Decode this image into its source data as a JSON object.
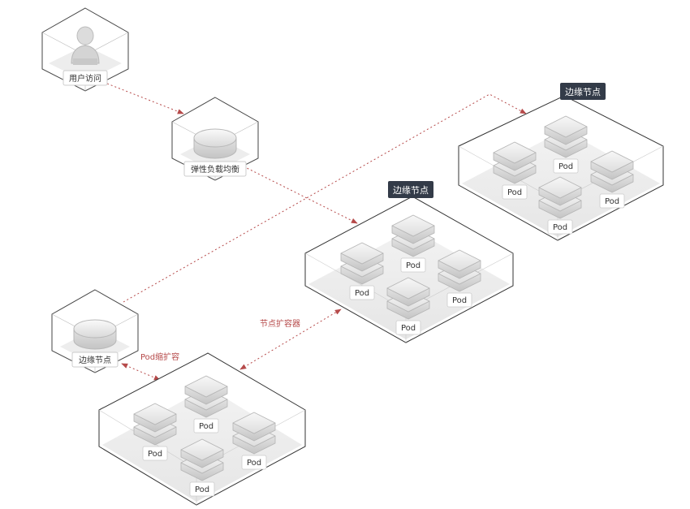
{
  "user_access": {
    "label": "用户访问"
  },
  "load_balancer": {
    "label": "弹性负载均衡"
  },
  "edge_node_small": {
    "label": "边缘节点"
  },
  "node_scale_label": "节点扩容器",
  "pod_scale_label": "Pod缩扩容",
  "clusters": [
    {
      "tag": "边缘节点",
      "pods": [
        "Pod",
        "Pod",
        "Pod",
        "Pod"
      ]
    },
    {
      "tag": "边缘节点",
      "pods": [
        "Pod",
        "Pod",
        "Pod",
        "Pod"
      ]
    },
    {
      "pods": [
        "Pod",
        "Pod",
        "Pod",
        "Pod"
      ]
    }
  ],
  "colors": {
    "arrow": "#b64a4a",
    "tag_bg": "#333b48",
    "outline": "#3a3a3a"
  }
}
